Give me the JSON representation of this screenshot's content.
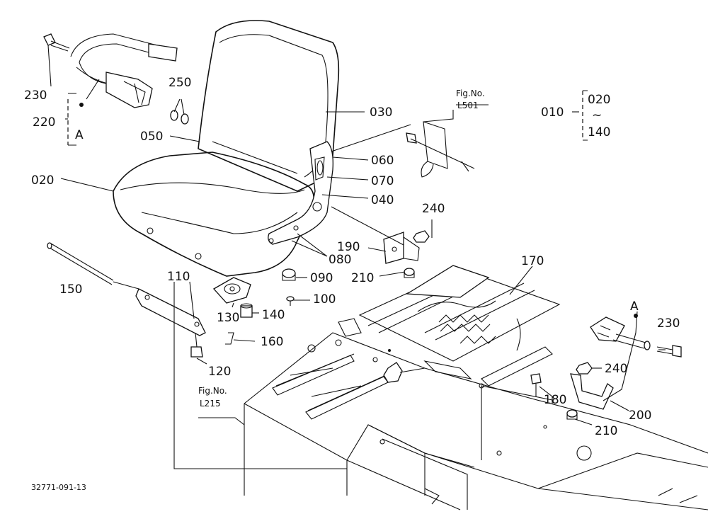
{
  "diagram_code": "32771-091-13",
  "fig_refs": {
    "fig_top": "Fig.No.",
    "fig_top_num": "L501",
    "fig_bottom": "Fig.No.",
    "fig_bottom_num": "L215"
  },
  "range_group": {
    "main": "010",
    "from": "020",
    "tilde": "~",
    "to": "140"
  },
  "ref_marker": "A",
  "parts": {
    "p230a": "230",
    "p220": "220",
    "p250": "250",
    "p050": "050",
    "p030": "030",
    "p020": "020",
    "p060": "060",
    "p070": "070",
    "p040": "040",
    "p240a": "240",
    "p190": "190",
    "p080": "080",
    "p090": "090",
    "p210a": "210",
    "p170": "170",
    "p100": "100",
    "p150": "150",
    "p110": "110",
    "p130": "130",
    "p140": "140",
    "p160": "160",
    "p120": "120",
    "p230b": "230",
    "p240b": "240",
    "p180": "180",
    "p200": "200",
    "p210b": "210"
  }
}
